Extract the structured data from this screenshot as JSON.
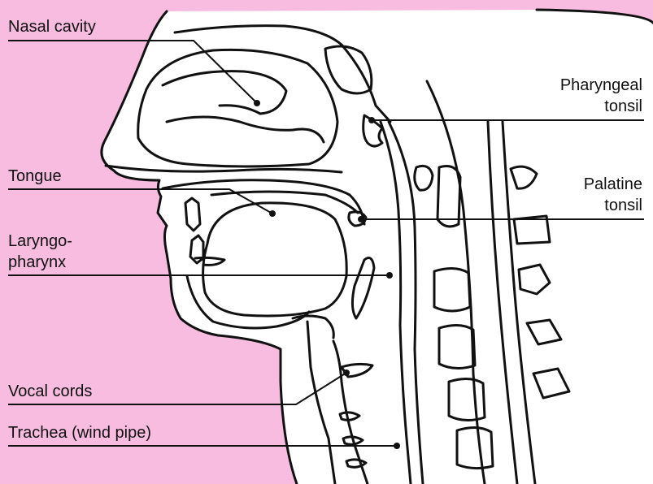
{
  "colors": {
    "background": "#f7bcdf",
    "figure_fill": "#ffffff",
    "line": "#111111",
    "text": "#111111"
  },
  "labels": {
    "nasal_cavity": "Nasal cavity",
    "tongue": "Tongue",
    "laryngopharynx_1": "Laryngo-",
    "laryngopharynx_2": "pharynx",
    "vocal_cords": "Vocal cords",
    "trachea": "Trachea (wind pipe)",
    "pharyngeal_tonsil_1": "Pharyngeal",
    "pharyngeal_tonsil_2": "tonsil",
    "palatine_tonsil_1": "Palatine",
    "palatine_tonsil_2": "tonsil"
  }
}
